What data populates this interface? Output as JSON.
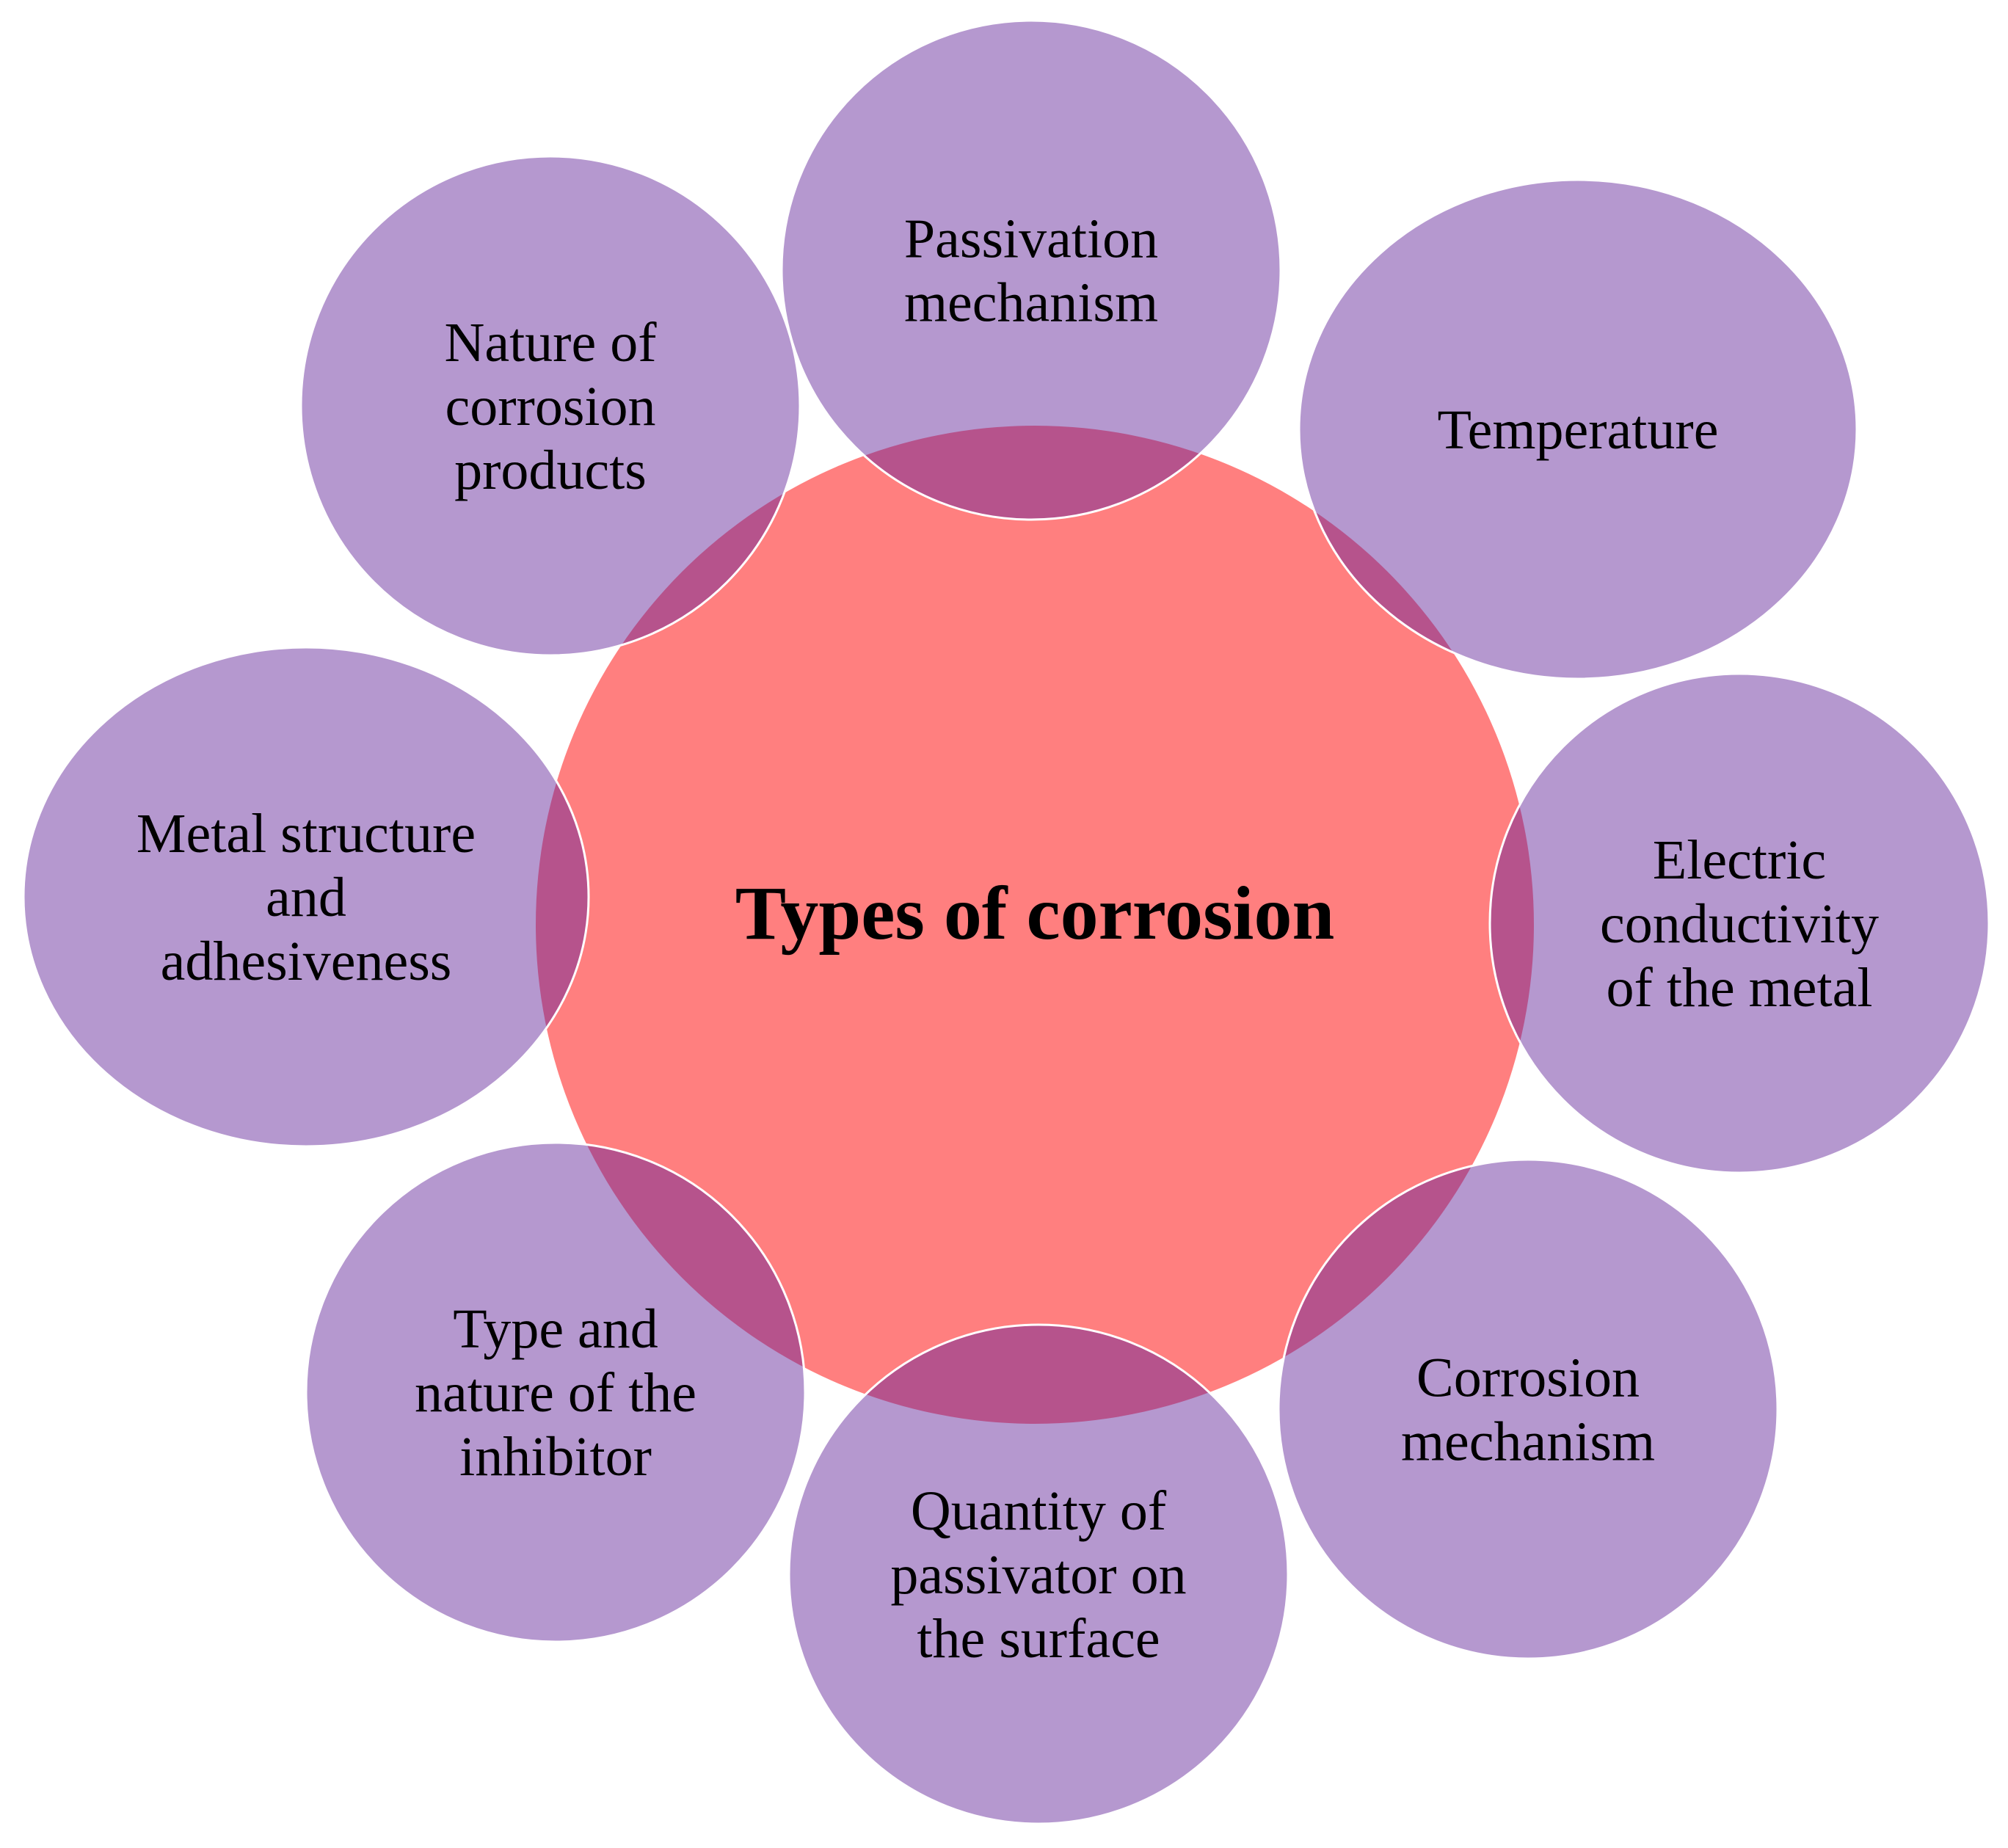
{
  "colors": {
    "center_fill": "#FF7F7F",
    "outer_fill": "#B598CF",
    "overlap_fill": "#B6538C",
    "outline": "#FFFFFF",
    "text": "#000000"
  },
  "center": {
    "label": "Types of corrosion"
  },
  "factors": [
    {
      "id": "passivation-mechanism",
      "lines": [
        "Passivation",
        "mechanism"
      ]
    },
    {
      "id": "temperature",
      "lines": [
        "Temperature"
      ]
    },
    {
      "id": "electric-conductivity",
      "lines": [
        "Electric",
        "conductivity",
        "of the metal"
      ]
    },
    {
      "id": "corrosion-mechanism",
      "lines": [
        "Corrosion",
        "mechanism"
      ]
    },
    {
      "id": "quantity-of-passivator",
      "lines": [
        "Quantity of",
        "passivator on",
        "the surface"
      ]
    },
    {
      "id": "type-nature-inhibitor",
      "lines": [
        "Type and",
        "nature of the",
        "inhibitor"
      ]
    },
    {
      "id": "metal-structure",
      "lines": [
        "Metal structure",
        "and",
        "adhesiveness"
      ]
    },
    {
      "id": "nature-corrosion-products",
      "lines": [
        "Nature of",
        "corrosion",
        "products"
      ]
    }
  ]
}
